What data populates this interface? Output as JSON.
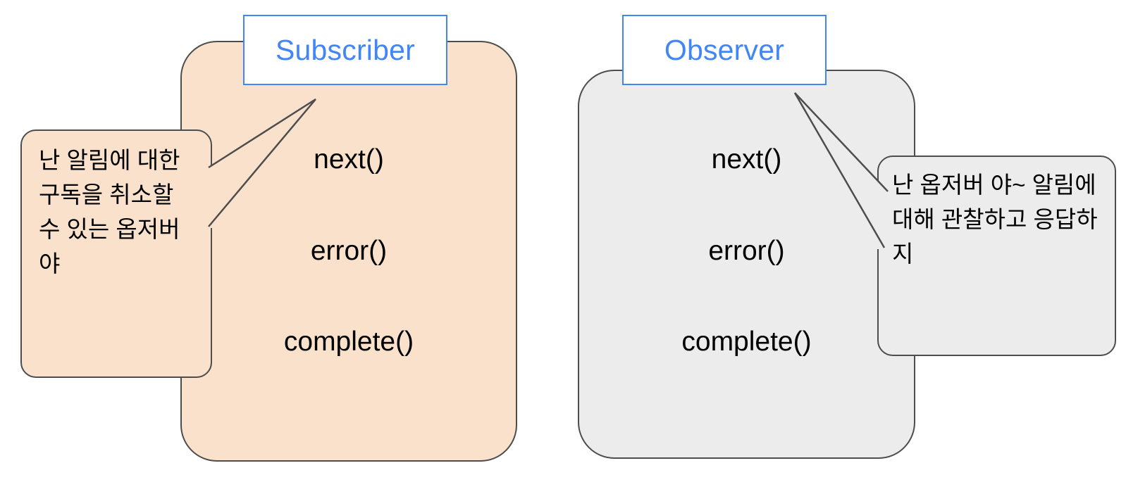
{
  "diagram": {
    "title_hidden": "",
    "colors": {
      "subscriber_fill": "#fae1cc",
      "observer_fill": "#ececec",
      "card_border": "#4d4d4d",
      "label_border": "#4285f4",
      "label_text": "#4285f4",
      "body_text": "#000000",
      "background": "#ffffff"
    },
    "cards": [
      {
        "id": "subscriber",
        "label": "Subscriber",
        "methods": [
          "next()",
          "error()",
          "complete()"
        ]
      },
      {
        "id": "observer",
        "label": "Observer",
        "methods": [
          "next()",
          "error()",
          "complete()"
        ]
      }
    ],
    "callouts": [
      {
        "id": "subscriber-callout",
        "target": "Subscriber",
        "lines": [
          "난 알림에",
          "대한",
          "구독을",
          "취소할 수",
          "있는",
          "옵저버야"
        ],
        "text": "난 알림에\n대한\n구독을\n취소할 수\n있는\n옵저버야"
      },
      {
        "id": "observer-callout",
        "target": "Observer",
        "lines": [
          "난 옵저버",
          "야~ 알림에",
          "대해",
          "관찰하고",
          "응답하지"
        ],
        "text": "난 옵저버\n야~ 알림에\n대해\n관찰하고\n응답하지"
      }
    ]
  }
}
